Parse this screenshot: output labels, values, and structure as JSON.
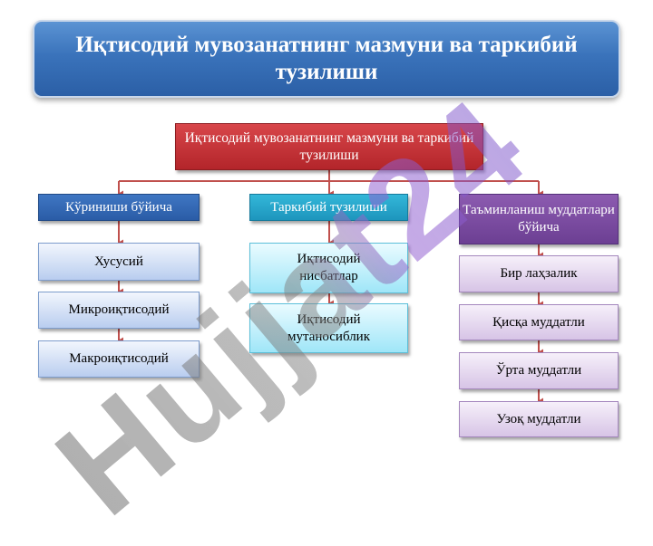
{
  "title": "Иқтисодий мувозанатнинг мазмуни ва таркибий тузилиши",
  "root": "Иқтисодий мувозанатнинг мазмуни ва таркибий тузилиши",
  "branches": [
    {
      "header": "Кўриниши бўйича",
      "items": [
        "Хусусий",
        "Микроиқтисодий",
        "Макроиқтисодий"
      ]
    },
    {
      "header": "Таркибий тузилиши",
      "items": [
        "Иқтисодий нисбатлар",
        "Иқтисодий мутаносиблик"
      ]
    },
    {
      "header": "Таъминланиш муддатлари бўйича",
      "items": [
        "Бир лаҳзалик",
        "Қисқа муддатли",
        "Ўрта муддатли",
        "Узоқ муддатли"
      ]
    }
  ],
  "watermark": "Hujjat24",
  "colors": {
    "title_bar": "#3a73bb",
    "root": "#c0303a",
    "branch_left": "#2f64b0",
    "branch_middle": "#25a5cc",
    "branch_right": "#7a4ba1",
    "connector": "#c0504d"
  }
}
